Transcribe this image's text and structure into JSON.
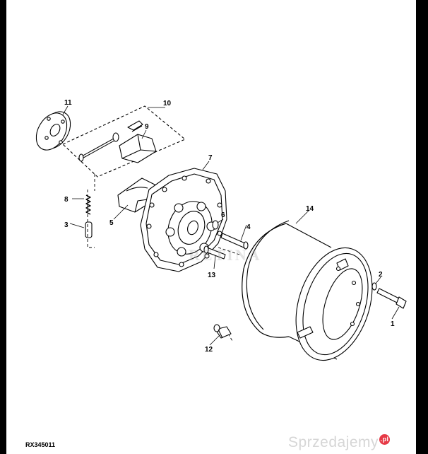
{
  "figure_code": "RX345011",
  "watermark": {
    "site": "Sprzedajemy",
    "tld": ".pl"
  },
  "logo_text": "RETINA",
  "callouts": [
    "1",
    "2",
    "3",
    "4",
    "5",
    "6",
    "7",
    "8",
    "9",
    "10",
    "11",
    "12",
    "13",
    "14"
  ],
  "colors": {
    "background": "#000000",
    "sheet": "#ffffff",
    "ink": "#000000",
    "watermark_badge": "#e63946"
  }
}
